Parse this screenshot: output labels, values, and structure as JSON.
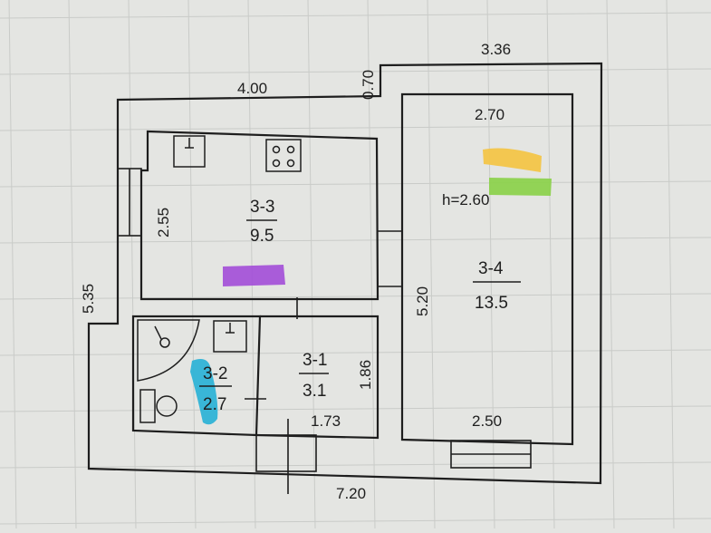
{
  "plan": {
    "height_note": "h=2.60",
    "dimensions": {
      "top_left_width": "4.00",
      "top_right_width": "3.36",
      "step_offset": "0.70",
      "left_height": "5.35",
      "bottom_width": "7.20",
      "kitchen_height": "2.55",
      "room_width_top": "2.70",
      "room_height": "5.20",
      "room_width_bottom": "2.50",
      "hall_height": "1.86",
      "hall_width": "1.73"
    },
    "rooms": [
      {
        "id": "3-3",
        "area": "9.5"
      },
      {
        "id": "3-4",
        "area": "13.5"
      },
      {
        "id": "3-1",
        "area": "3.1"
      },
      {
        "id": "3-2",
        "area": "2.7"
      }
    ],
    "highlight_colors": {
      "purple": "#a24dd8",
      "orange": "#f3c548",
      "green": "#8dd24e",
      "blue": "#2fb3d6"
    },
    "line_color": "#1e1e1e",
    "paper_color": "#e4e5e2",
    "grid_color": "#c9cbc8"
  }
}
